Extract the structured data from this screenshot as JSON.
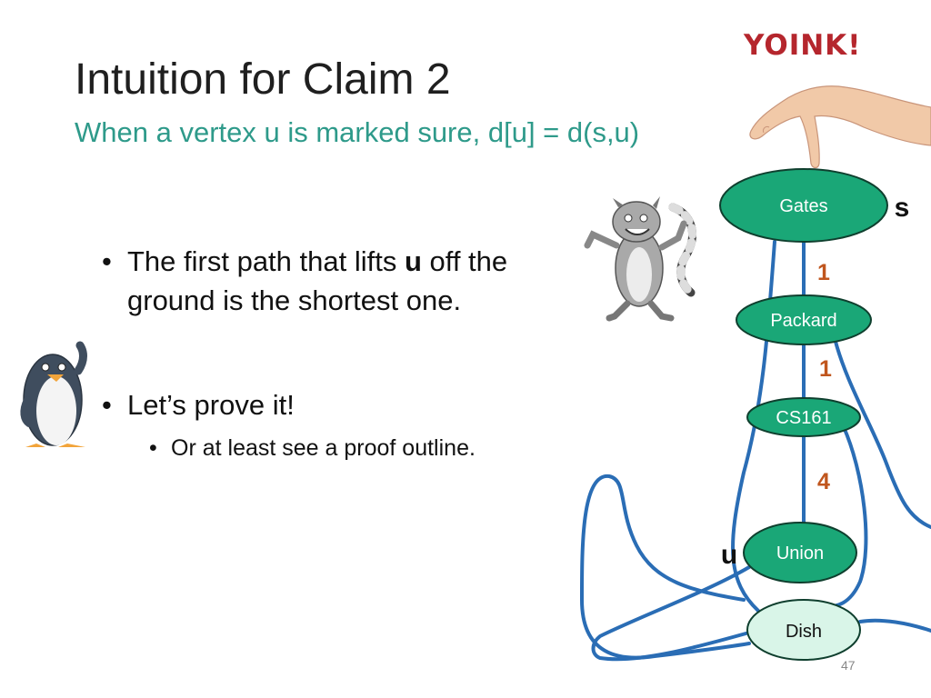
{
  "header": {
    "title": "Intuition for Claim 2",
    "subtitle": "When a vertex u is marked sure, d[u] = d(s,u)",
    "yoink": "YOINK!"
  },
  "bullets": {
    "b1_pre": "The first path that lifts ",
    "b1_bold": "u",
    "b1_post": " off the",
    "b1_line2": "ground is the shortest one.",
    "b2": "Let’s prove it!",
    "b3": "Or at least see a proof outline."
  },
  "graph": {
    "nodes": {
      "gates": "Gates",
      "packard": "Packard",
      "cs161": "CS161",
      "union": "Union",
      "dish": "Dish"
    },
    "weights": {
      "gates_packard": "1",
      "packard_cs161": "1",
      "cs161_union": "4"
    },
    "labels": {
      "source": "s",
      "target": "u"
    },
    "colors": {
      "node_fill": "#1aa777",
      "dish_fill": "#d9f5e8",
      "edge": "#2a6db5",
      "weight": "#c0561e"
    }
  },
  "footer": {
    "page_number": "47"
  }
}
